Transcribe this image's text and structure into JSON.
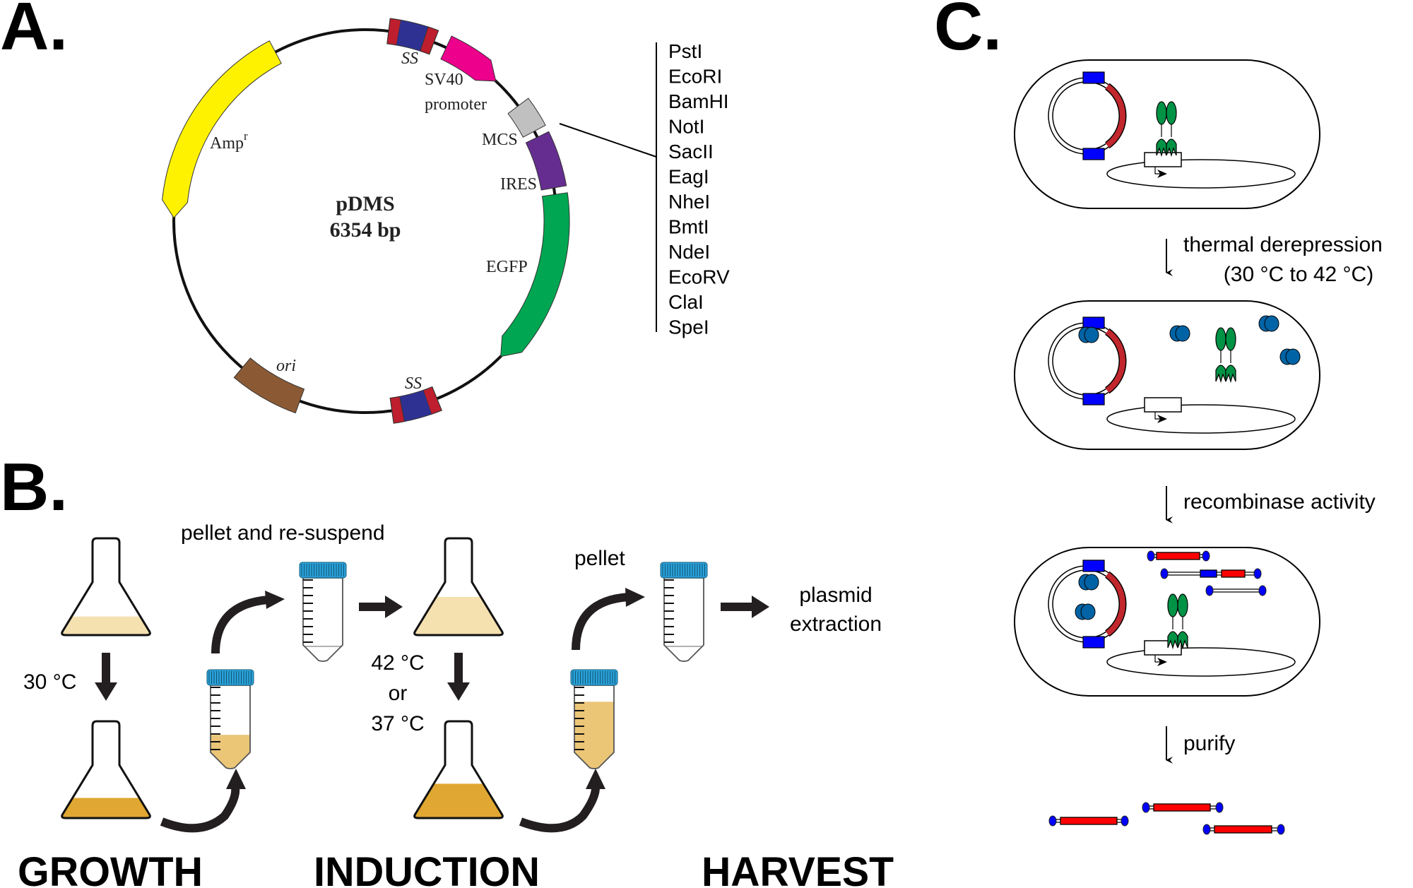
{
  "figure": {
    "panels": [
      {
        "letter": "A."
      },
      {
        "letter": "B."
      },
      {
        "letter": "C."
      }
    ]
  },
  "plasmid_map": {
    "name": "pDMS",
    "size": "6354 bp",
    "features": [
      {
        "label": "SS",
        "italic": true,
        "color": "#2e3192",
        "flank_color": "#be1e2d",
        "type": "site",
        "start_deg": 7,
        "end_deg": 21
      },
      {
        "label": "SV40 promoter",
        "label_lines": [
          "SV40",
          "promoter"
        ],
        "color": "#ec008c",
        "type": "arrow",
        "start_deg": 25,
        "end_deg": 43
      },
      {
        "label": "MCS",
        "color": "#c0c0c0",
        "type": "box",
        "start_deg": 53,
        "end_deg": 62
      },
      {
        "label": "IRES",
        "color": "#662d91",
        "type": "box",
        "start_deg": 64,
        "end_deg": 80
      },
      {
        "label": "EGFP",
        "color": "#00a651",
        "type": "arrow",
        "start_deg": 82,
        "end_deg": 135
      },
      {
        "label": "SS",
        "italic": true,
        "color": "#2e3192",
        "flank_color": "#be1e2d",
        "type": "site",
        "start_deg": 158,
        "end_deg": 172
      },
      {
        "label": "ori",
        "italic": true,
        "color": "#8b5a35",
        "type": "box",
        "start_deg": 200,
        "end_deg": 220
      },
      {
        "label": "Amp",
        "superscript": "r",
        "color": "#fff200",
        "type": "arrow_ccw",
        "start_deg": 271,
        "end_deg": 332
      }
    ],
    "mcs_sites": [
      "PstI",
      "EcoRI",
      "BamHI",
      "NotI",
      "SacII",
      "EagI",
      "NheI",
      "BmtI",
      "NdeI",
      "EcoRV",
      "ClaI",
      "SpeI"
    ]
  },
  "workflow": {
    "steps": {
      "pellet_resuspend": "pellet and re-suspend",
      "growth_temp": "30 °C",
      "induction_temp": [
        "42 °C",
        "or",
        "37 °C"
      ],
      "pellet": "pellet",
      "extraction": [
        "plasmid",
        "extraction"
      ]
    },
    "stages": [
      "GROWTH",
      "INDUCTION",
      "HARVEST"
    ],
    "colors": {
      "light_culture": "#f5e0b0",
      "medium_culture": "#ebc677",
      "dense_culture": "#e0a832",
      "cap": "#29a3dc"
    },
    "culture_levels": {
      "flask1": 0.35,
      "flask2": 0.35,
      "flask3": 0.72,
      "flask4": 0.72,
      "tube1": 0.0,
      "tube2": 0.4,
      "tube3": 0.0,
      "tube4": 0.8
    }
  },
  "mechanism": {
    "steps": [
      {
        "label": "thermal derepression",
        "sublabel": "(30 °C to 42 °C)"
      },
      {
        "label": "recombinase activity"
      },
      {
        "label": "purify"
      }
    ],
    "colors": {
      "site_blue": "#0000ff",
      "parental_red": "#c1272d",
      "repressor_green": "#009245",
      "recombinase_blue": "#0063a5",
      "minicircle_red": "#ff0000"
    }
  }
}
